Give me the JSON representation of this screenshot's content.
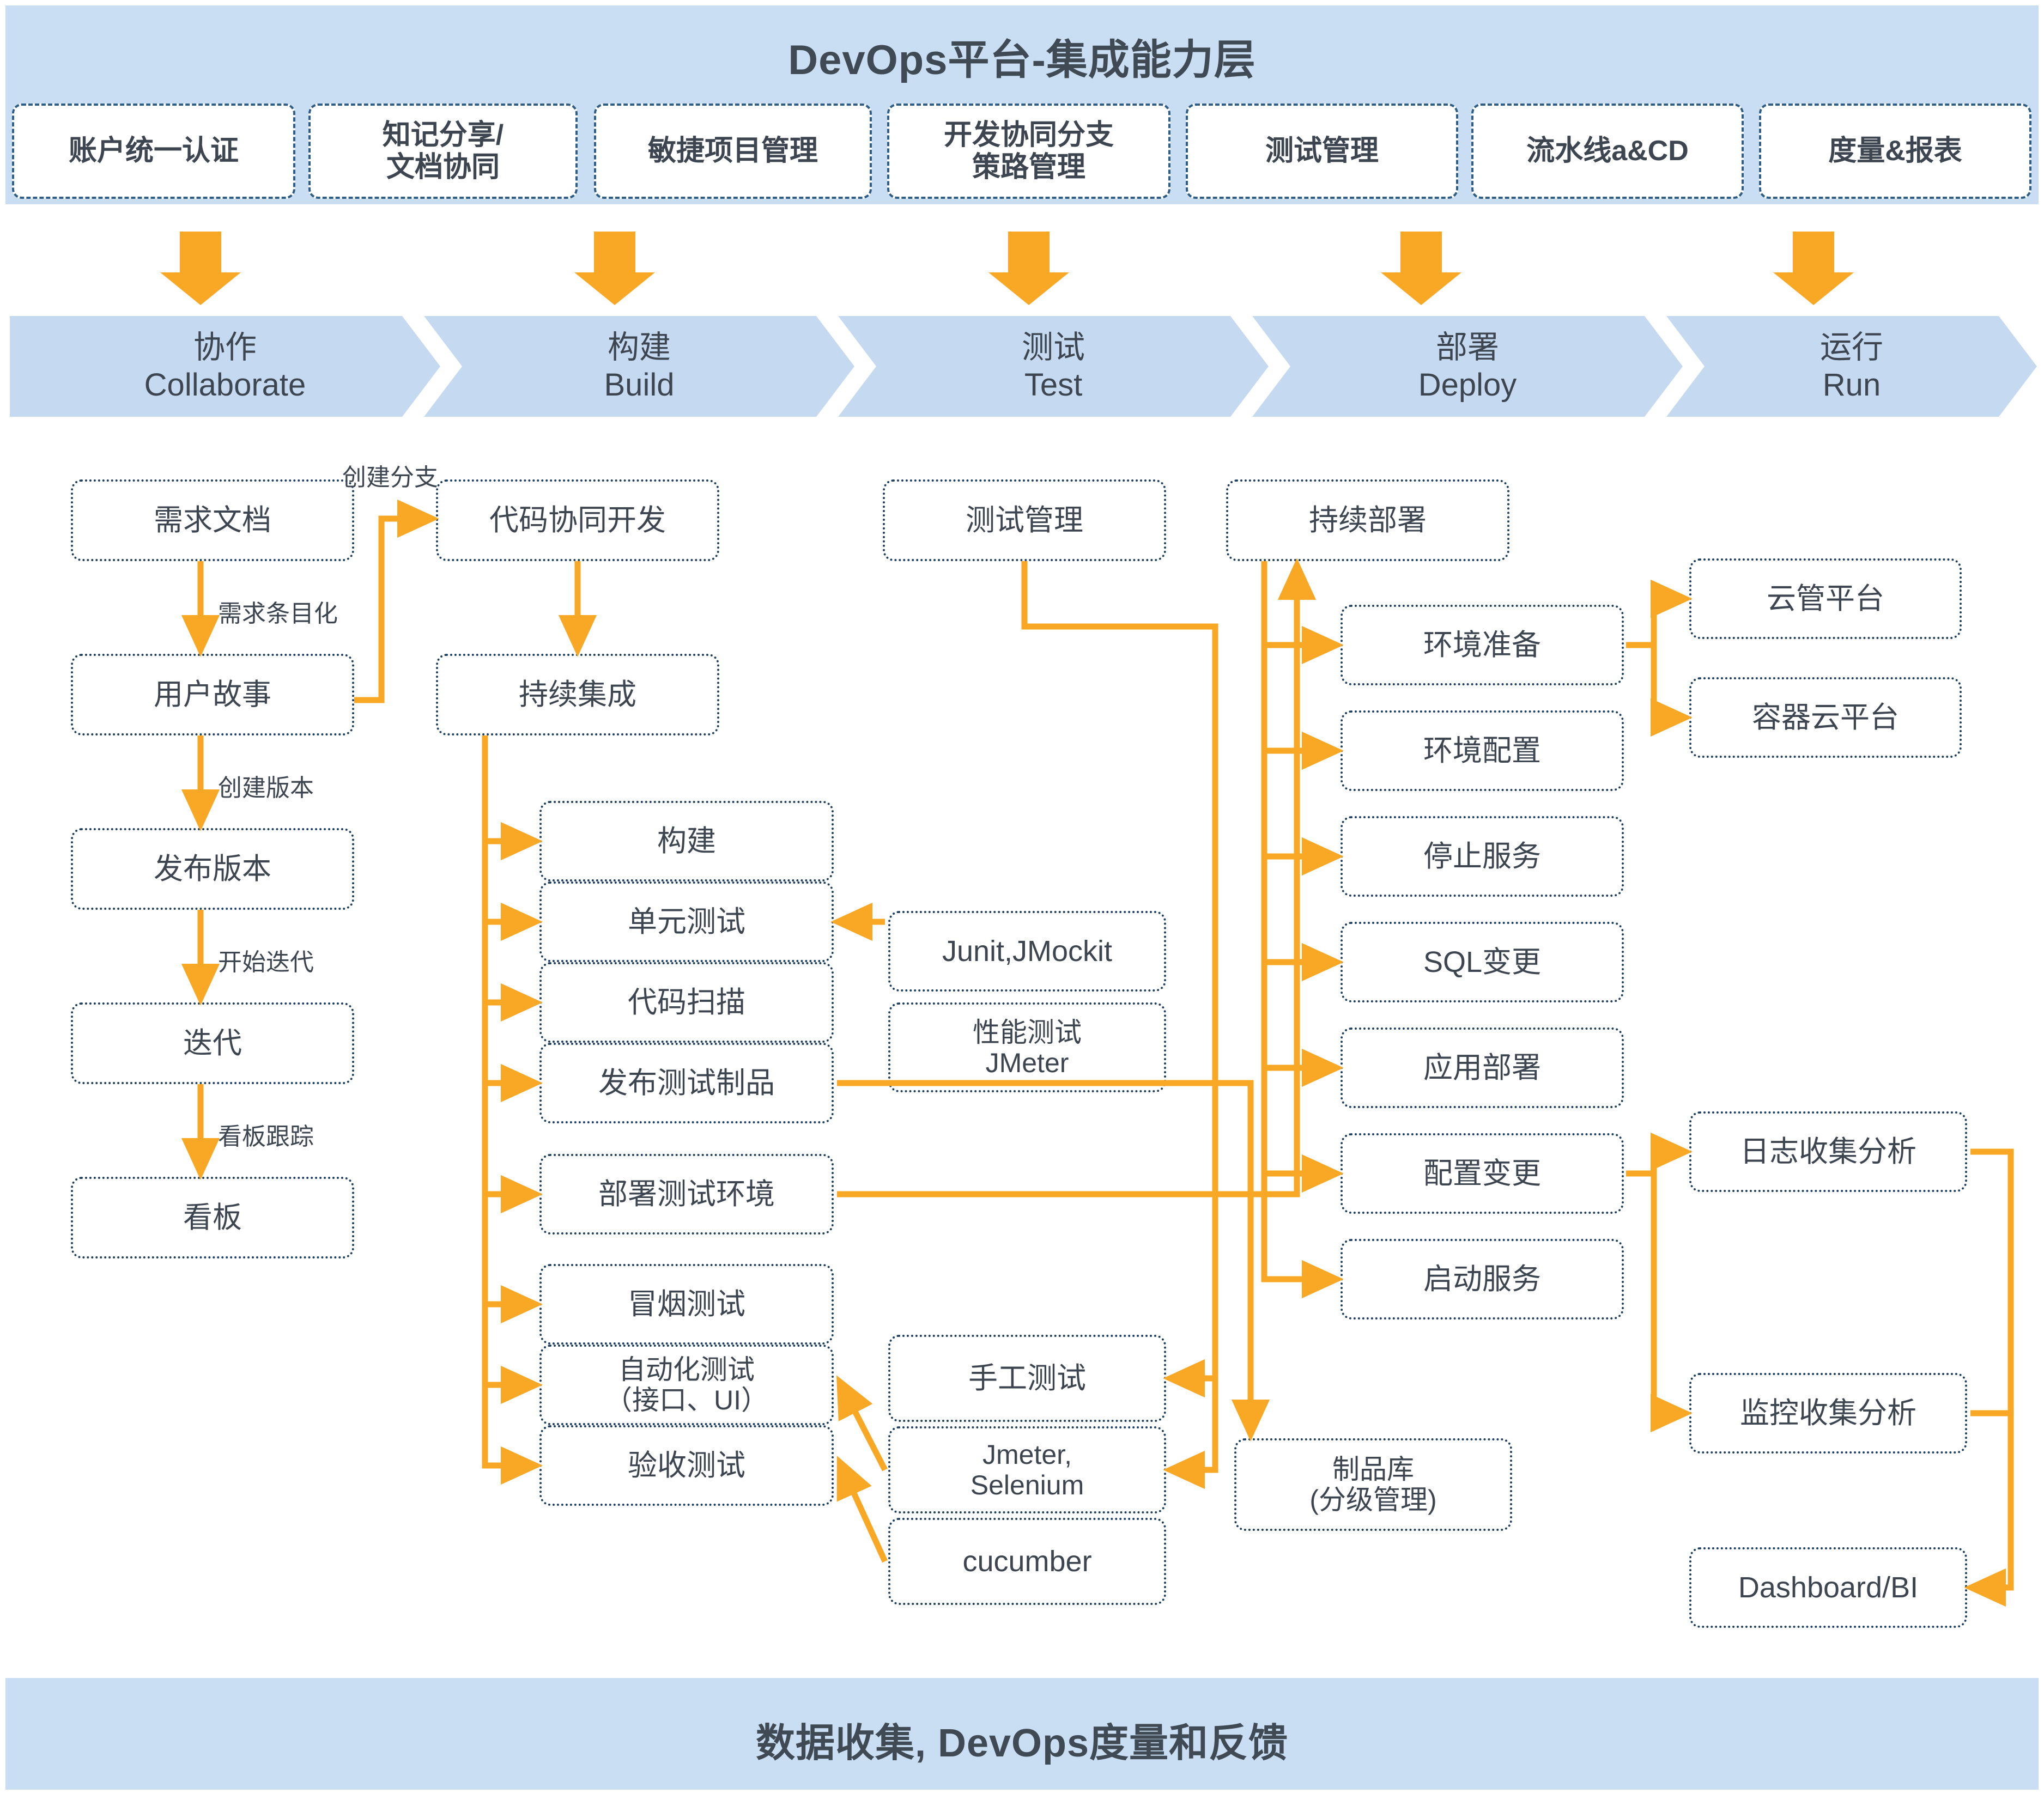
{
  "colors": {
    "band_blue": "#cadef3",
    "chevron_blue": "#c5daf1",
    "arrow_orange": "#f9a825",
    "box_border": "#1d3f5e",
    "text_dark": "#3d4650"
  },
  "header": {
    "title": "DevOps平台-集成能力层",
    "capabilities": [
      {
        "label": "账户统一认证"
      },
      {
        "label": "知记分享/\n文档协同"
      },
      {
        "label": "敏捷项目管理"
      },
      {
        "label": "开发协同分支\n策路管理"
      },
      {
        "label": "测试管理"
      },
      {
        "label": "流水线a&CD"
      },
      {
        "label": "度量&报表"
      }
    ]
  },
  "stages": [
    {
      "cn": "协作",
      "en": "Collaborate"
    },
    {
      "cn": "构建",
      "en": "Build"
    },
    {
      "cn": "测试",
      "en": "Test"
    },
    {
      "cn": "部署",
      "en": "Deploy"
    },
    {
      "cn": "运行",
      "en": "Run"
    }
  ],
  "collaborate": {
    "nodes": [
      {
        "label": "需求文档"
      },
      {
        "label": "用户故事"
      },
      {
        "label": "发布版本"
      },
      {
        "label": "迭代"
      },
      {
        "label": "看板"
      }
    ],
    "edges": [
      {
        "label": "需求条目化"
      },
      {
        "label": "创建版本"
      },
      {
        "label": "开始迭代"
      },
      {
        "label": "看板跟踪"
      }
    ]
  },
  "build": {
    "branch_label": "创建分支",
    "code_dev": "代码协同开发",
    "ci": "持续集成",
    "ci_steps": [
      {
        "label": "构建"
      },
      {
        "label": "单元测试"
      },
      {
        "label": "代码扫描"
      },
      {
        "label": "发布测试制品"
      },
      {
        "label": "部署测试环境"
      },
      {
        "label": "冒烟测试"
      },
      {
        "label": "自动化测试\n（接口、UI）"
      },
      {
        "label": "验收测试"
      }
    ]
  },
  "test": {
    "manage": "测试管理",
    "tools": [
      {
        "label": "Junit,JMockit"
      },
      {
        "label": "性能测试\nJMeter"
      },
      {
        "label": "手工测试"
      },
      {
        "label": "Jmeter,\nSelenium"
      },
      {
        "label": "cucumber"
      }
    ],
    "artifact_repo": "制品库\n(分级管理)"
  },
  "deploy": {
    "cd": "持续部署",
    "steps": [
      {
        "label": "环境准备"
      },
      {
        "label": "环境配置"
      },
      {
        "label": "停止服务"
      },
      {
        "label": "SQL变更"
      },
      {
        "label": "应用部署"
      },
      {
        "label": "配置变更"
      },
      {
        "label": "启动服务"
      }
    ]
  },
  "run": {
    "platforms": [
      {
        "label": "云管平台"
      },
      {
        "label": "容器云平台"
      }
    ],
    "analytics": [
      {
        "label": "日志收集分析"
      },
      {
        "label": "监控收集分析"
      },
      {
        "label": "Dashboard/BI"
      }
    ]
  },
  "footer": {
    "title": "数据收集, DevOps度量和反馈"
  }
}
